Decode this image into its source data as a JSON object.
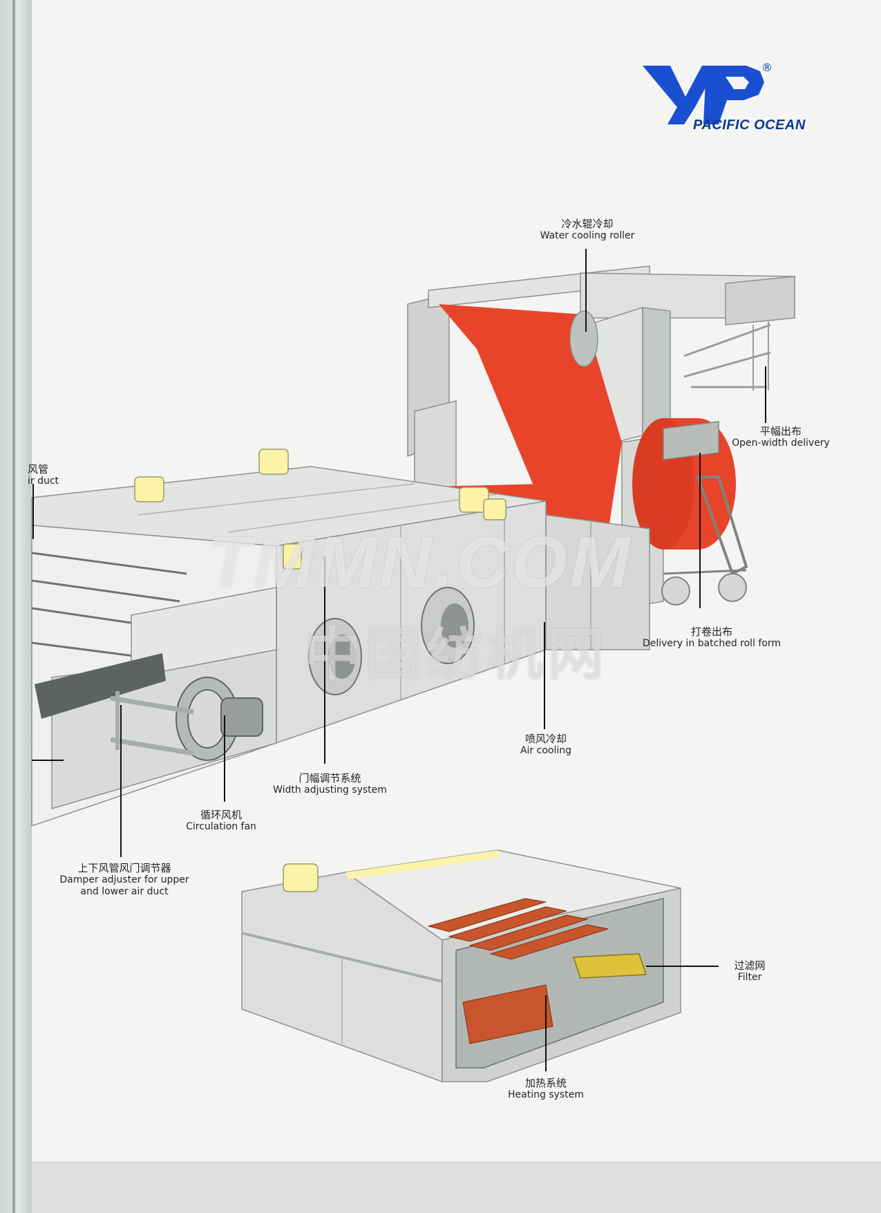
{
  "brand": {
    "name": "PACIFIC OCEAN",
    "registered": "®",
    "color": "#1a4fd1"
  },
  "watermark": {
    "line1": "TMMN.COM",
    "line2": "中国纺机网"
  },
  "labels": {
    "water_cooling_roller": {
      "zh": "冷水辊冷却",
      "en": "Water cooling roller"
    },
    "open_width_delivery": {
      "zh": "平幅出布",
      "en": "Open-width delivery"
    },
    "air_duct": {
      "zh": "风管",
      "en": "ir duct"
    },
    "batched_roll": {
      "zh": "打卷出布",
      "en": "Delivery in batched roll form"
    },
    "air_cooling": {
      "zh": "喷风冷却",
      "en": "Air cooling"
    },
    "width_adjusting": {
      "zh": "门幅调节系统",
      "en": "Width adjusting system"
    },
    "circulation_fan": {
      "zh": "循环风机",
      "en": "Circulation fan"
    },
    "damper_adjuster": {
      "zh": "上下风管风门调节器",
      "en_line1": "Damper adjuster for upper",
      "en_line2": "and lower air duct"
    },
    "filter": {
      "zh": "过滤网",
      "en": "Filter"
    },
    "heating_system": {
      "zh": "加热系统",
      "en": "Heating system"
    }
  },
  "colors": {
    "fabric": "#e8442a",
    "frame": "#d6d9d6",
    "frame_dark": "#aeb2ae",
    "heater": "#c8552c",
    "filter": "#e0c23a",
    "motor": "#fbf3a8"
  }
}
